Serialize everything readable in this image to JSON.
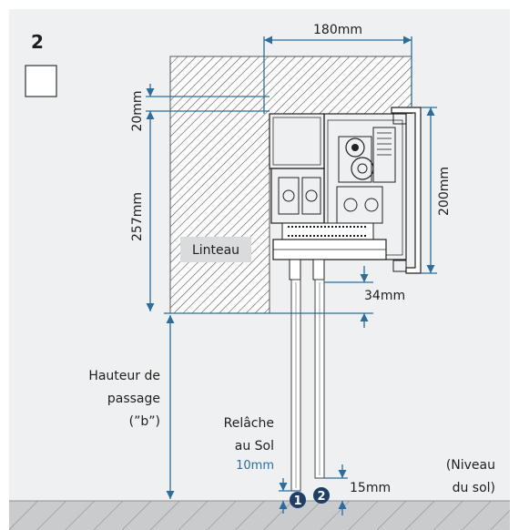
{
  "panel": {
    "number": "2",
    "checkbox_checked": false
  },
  "labels": {
    "lintel": "Linteau",
    "dim_width": "180mm",
    "dim_top_gap": "20mm",
    "dim_lintel_height": "257mm",
    "dim_box_height": "200mm",
    "dim_bottom_offset": "34mm",
    "clearance_line1": "Hauteur de",
    "clearance_line2": "passage",
    "clearance_line3": "(”b”)",
    "release_line1": "Relâche",
    "release_line2": "au Sol",
    "release_value": "10mm",
    "gap_value": "15mm",
    "floor_line1": "(Niveau",
    "floor_line2": "du sol)",
    "marker_1": "1",
    "marker_2": "2"
  },
  "colors": {
    "background": "#eef0f1",
    "dimension": "#2a6d9e",
    "hatch": "#555555",
    "marker": "#1f3f66",
    "floor": "#c9cbcd"
  }
}
